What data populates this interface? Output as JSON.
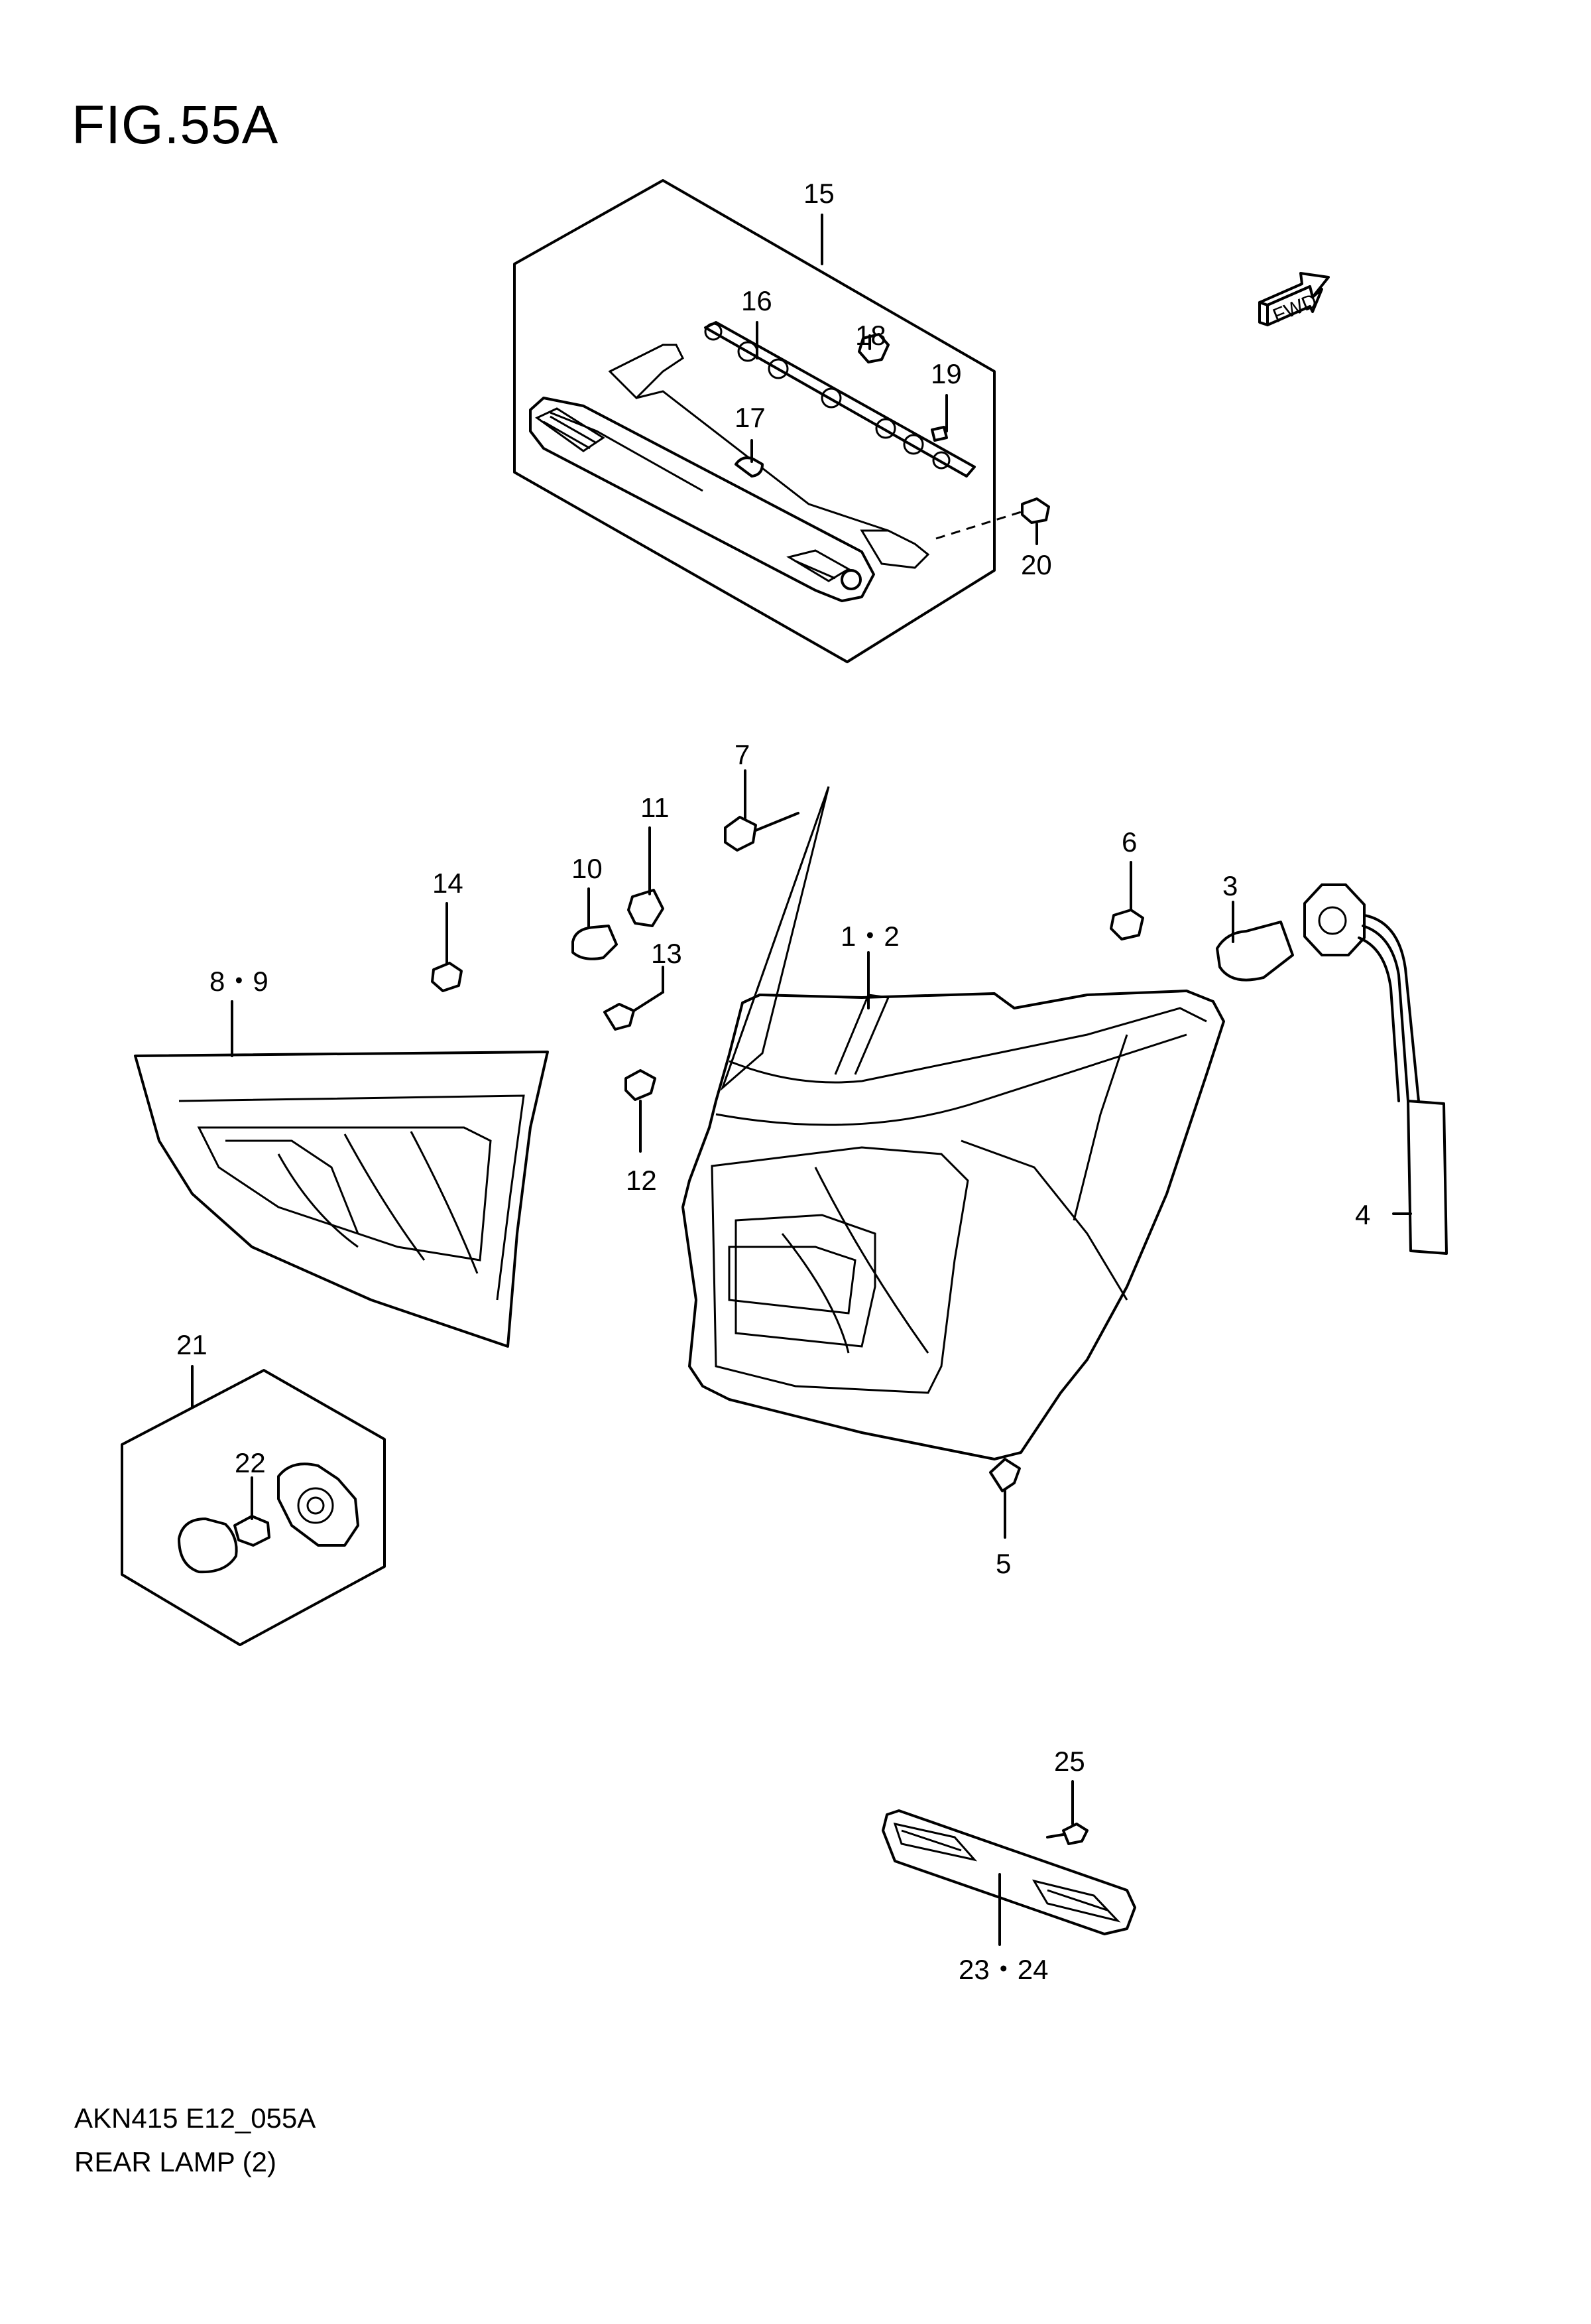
{
  "figure": {
    "title": "FIG.55A"
  },
  "footer": {
    "code": "AKN415 E12_055A",
    "name": "REAR LAMP (2)"
  },
  "arrow": {
    "text": "FWD"
  },
  "callouts": {
    "c15": "15",
    "c16": "16",
    "c17": "17",
    "c18": "18",
    "c19": "19",
    "c20": "20",
    "c7": "7",
    "c11": "11",
    "c10": "10",
    "c13": "13",
    "c12": "12",
    "c14": "14",
    "c6": "6",
    "c3": "3",
    "c12b": "1・2",
    "c4": "4",
    "c5": "5",
    "c89": "8・9",
    "c21": "21",
    "c22": "22",
    "c25": "25",
    "c2324": "23・24"
  }
}
